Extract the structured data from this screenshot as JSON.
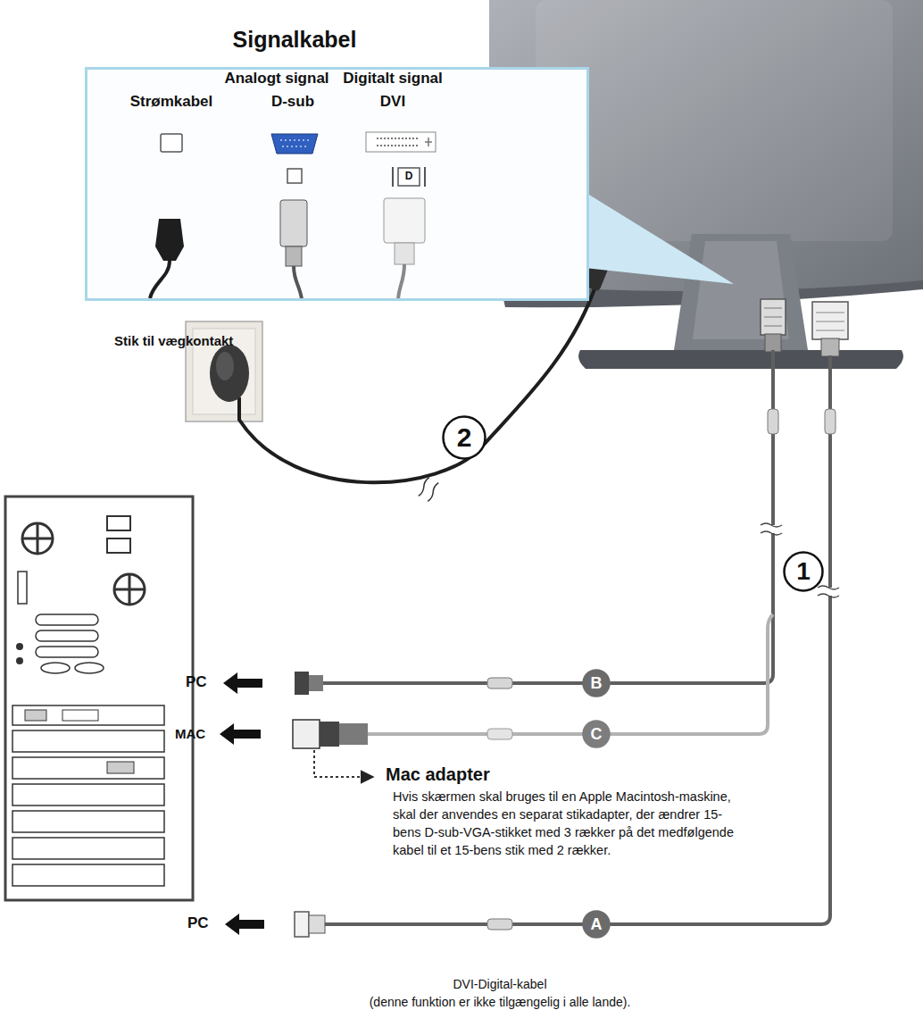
{
  "diagram": {
    "nodes": [
      {
        "text": [
          "Signalkabel"
        ]
      },
      {
        "text": [
          "2"
        ]
      },
      {
        "text": [
          "1"
        ]
      },
      {
        "text": [
          "B"
        ]
      },
      {
        "text": [
          "C"
        ]
      },
      {
        "text": [
          "A"
        ]
      }
    ],
    "labels": [
      "Strømkabel",
      "Analogt signal",
      "D-sub",
      "Digitalt signal",
      "DVI",
      "D",
      "Stik til vægkontakt",
      "PC",
      "MAC",
      "Mac adapter",
      "Hvis skærmen skal bruges til en Apple Macintosh-maskine, skal der anvendes en separat stikadapter, der ændrer 15-bens D-sub-VGA-stikket med 3 rækker på det medfølgende kabel til et 15-bens stik med 2 rækker.",
      "PC",
      "DVI-Digital-kabel",
      "(denne funktion er ikke tilgængelig i alle lande)."
    ]
  }
}
